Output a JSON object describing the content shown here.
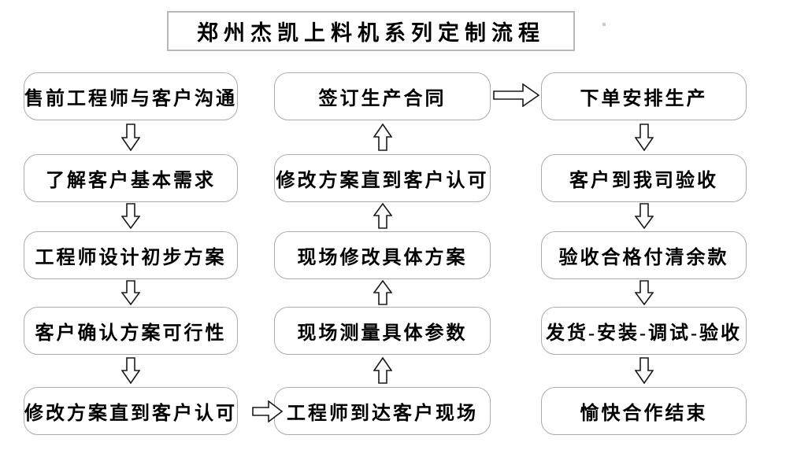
{
  "title": "郑州杰凯上料机系列定制流程",
  "flow": {
    "left_column": [
      "售前工程师与客户沟通",
      "了解客户基本需求",
      "工程师设计初步方案",
      "客户确认方案可行性",
      "修改方案直到客户认可"
    ],
    "middle_column": [
      "签订生产合同",
      "修改方案直到客户认可",
      "现场修改具体方案",
      "现场测量具体参数",
      "工程师到达客户现场"
    ],
    "right_column": [
      "下单安排生产",
      "客户到我司验收",
      "验收合格付清余款",
      "发货-安装-调试-验收",
      "愉快合作结束"
    ]
  },
  "icons": {
    "down_arrow": "hollow-block-arrow-down",
    "up_arrow": "hollow-block-arrow-up",
    "right_arrow": "hollow-block-arrow-right"
  },
  "colors": {
    "background": "#ffffff",
    "box_border": "#ababab",
    "box_fill": "#ffffff",
    "text": "#000000",
    "arrow_outline": "#1a1a1a",
    "arrow_fill": "#ffffff"
  }
}
